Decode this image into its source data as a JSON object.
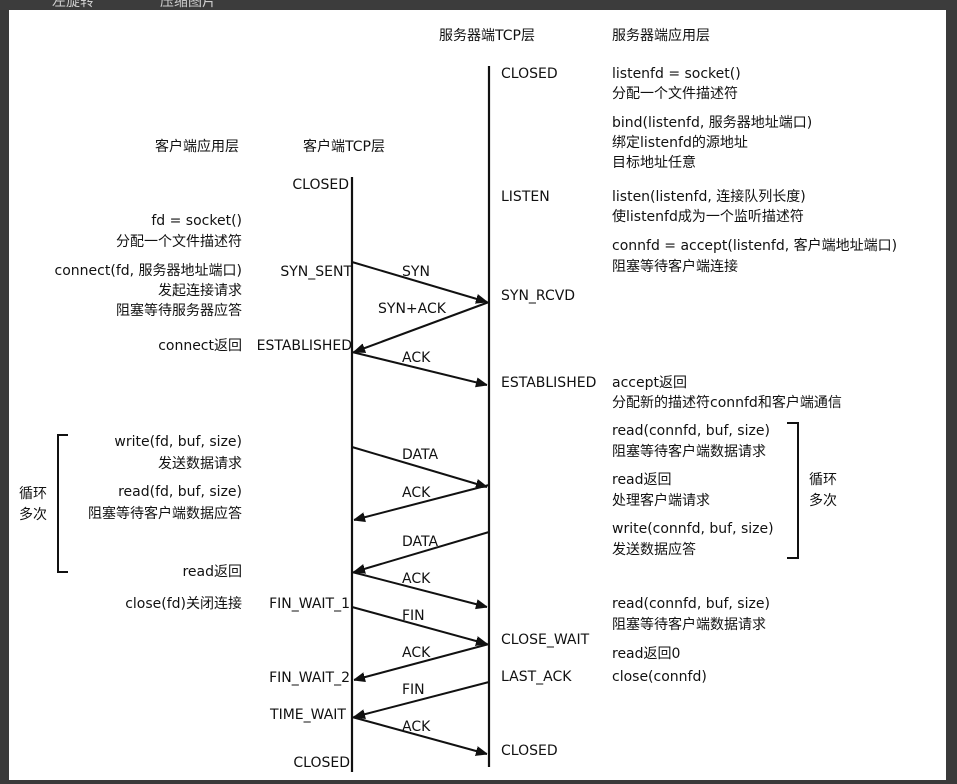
{
  "toolbar": {
    "rotate_label": "左旋转",
    "compress_label": "压缩图片"
  },
  "headers": {
    "server_tcp": "服务器端TCP层",
    "server_app": "服务器端应用层",
    "client_app": "客户端应用层",
    "client_tcp": "客户端TCP层"
  },
  "client_states": {
    "closed_top": "CLOSED",
    "syn_sent": "SYN_SENT",
    "established": "ESTABLISHED",
    "fin_wait_1": "FIN_WAIT_1",
    "fin_wait_2": "FIN_WAIT_2",
    "time_wait": "TIME_WAIT",
    "closed_bottom": "CLOSED"
  },
  "server_states": {
    "closed_top": "CLOSED",
    "listen": "LISTEN",
    "syn_rcvd": "SYN_RCVD",
    "established": "ESTABLISHED",
    "close_wait": "CLOSE_WAIT",
    "last_ack": "LAST_ACK",
    "closed_bottom": "CLOSED"
  },
  "client_app": {
    "socket_1": "fd = socket()",
    "socket_2": "分配一个文件描述符",
    "connect_1": "connect(fd, 服务器地址端口)",
    "connect_2": "发起连接请求",
    "connect_3": "阻塞等待服务器应答",
    "connect_ret": "connect返回",
    "write_1": "write(fd, buf, size)",
    "write_2": "发送数据请求",
    "read_1": "read(fd, buf, size)",
    "read_2": "阻塞等待客户端数据应答",
    "read_ret": "read返回",
    "close": "close(fd)关闭连接",
    "loop_1": "循环",
    "loop_2": "多次"
  },
  "server_app": {
    "socket_1": "listenfd = socket()",
    "socket_2": "分配一个文件描述符",
    "bind_1": "bind(listenfd, 服务器地址端口)",
    "bind_2": "绑定listenfd的源地址",
    "bind_3": "目标地址任意",
    "listen_1": "listen(listenfd, 连接队列长度)",
    "listen_2": "使listenfd成为一个监听描述符",
    "accept_1": "connfd = accept(listenfd, 客户端地址端口)",
    "accept_2": "阻塞等待客户端连接",
    "accept_ret_1": "accept返回",
    "accept_ret_2": "分配新的描述符connfd和客户端通信",
    "read_1": "read(connfd, buf, size)",
    "read_2": "阻塞等待客户端数据请求",
    "read_ret_1": "read返回",
    "read_ret_2": "处理客户端请求",
    "write_1": "write(connfd, buf, size)",
    "write_2": "发送数据应答",
    "read2_1": "read(connfd, buf, size)",
    "read2_2": "阻塞等待客户端数据请求",
    "read0": "read返回0",
    "close": "close(connfd)",
    "loop_1": "循环",
    "loop_2": "多次"
  },
  "messages": {
    "syn": "SYN",
    "syn_ack": "SYN+ACK",
    "ack1": "ACK",
    "data1": "DATA",
    "ack2": "ACK",
    "data2": "DATA",
    "ack3": "ACK",
    "fin1": "FIN",
    "ack4": "ACK",
    "fin2": "FIN",
    "ack5": "ACK"
  }
}
